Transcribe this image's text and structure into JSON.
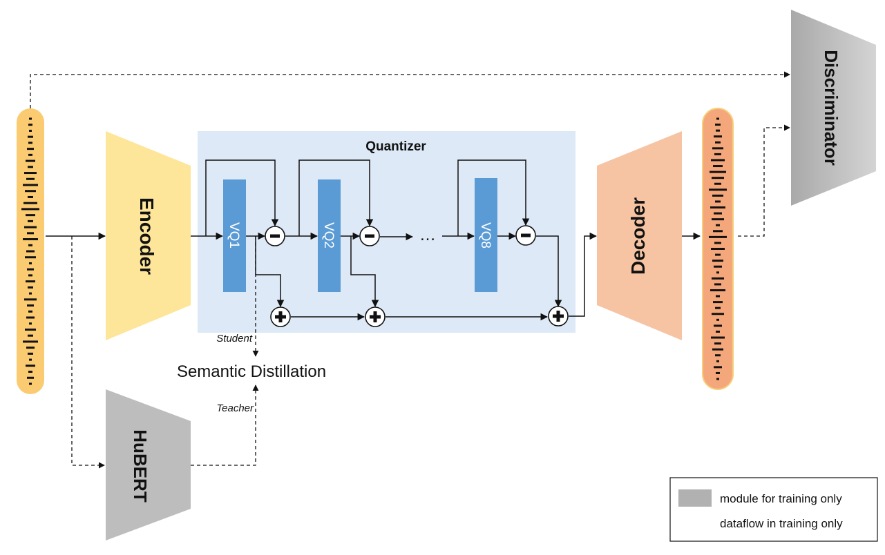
{
  "modules": {
    "encoder": "Encoder",
    "decoder": "Decoder",
    "discriminator": "Discriminator",
    "hubert": "HuBERT",
    "quantizer": "Quantizer"
  },
  "vq_blocks": [
    "VQ1",
    "VQ2",
    "VQ8"
  ],
  "ellipsis": "…",
  "minus_symbol": "−",
  "plus_symbol": "+",
  "distillation": {
    "label": "Semantic Distillation",
    "student": "Student",
    "teacher": "Teacher"
  },
  "legend": {
    "training_module": "module for training only",
    "training_dataflow": "dataflow in training only"
  },
  "colors": {
    "encoder": "#fde59a",
    "decoder": "#f6c4a3",
    "training_module": "#bdbdbd",
    "quantizer_bg": "#dde9f6",
    "vq": "#5b9bd5",
    "input_wave_bg": "#fbcb72",
    "output_wave_bg": "#f4a77a"
  }
}
